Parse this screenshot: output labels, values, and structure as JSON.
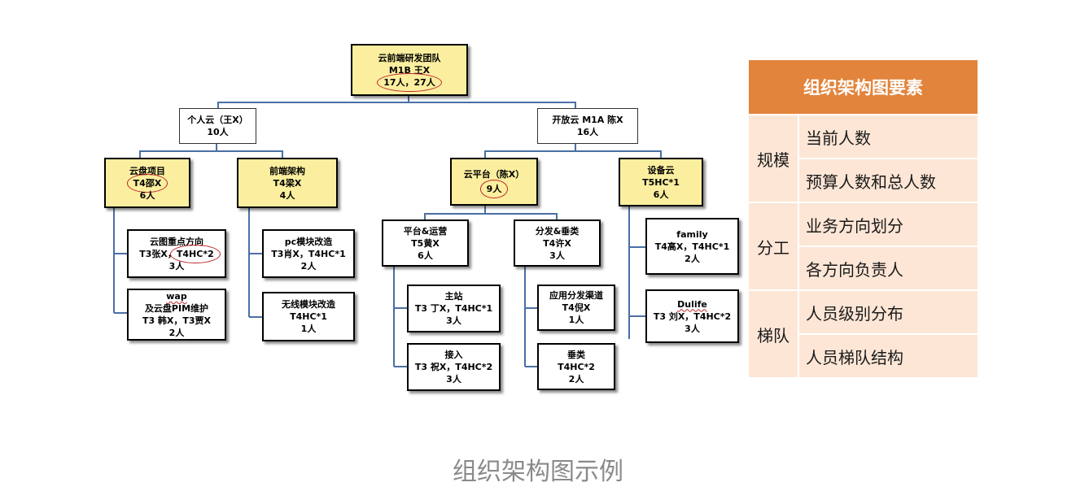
{
  "org": {
    "root": {
      "line1": "云前端研发团队",
      "line2": "M1B 王X",
      "line3": "17人，27人"
    },
    "personal_cloud": {
      "line1": "个人云（王X）",
      "line2": "10人"
    },
    "open_cloud": {
      "line1": "开放云  M1A 陈X",
      "line2": "16人"
    },
    "cloud_disk": {
      "line1": "云盘项目",
      "line2": "T4邵X",
      "line3": "6人"
    },
    "frontend_arch": {
      "line1": "前端架构",
      "line2": "T4梁X",
      "line3": "4人"
    },
    "cloud_platform": {
      "line1": "云平台（陈X）",
      "line2": "9人"
    },
    "device_cloud": {
      "line1": "设备云",
      "line2": "T5HC*1",
      "line3": "6人"
    },
    "cloud_album": {
      "line1": "云图重点方向",
      "line2a": "T3张X，",
      "line2b": "T4HC*2",
      "line3": "3人"
    },
    "wap_pim": {
      "line1a": "wap",
      "line1b": "及云盘PIM维护",
      "line2": "T3 韩X，T3贾X",
      "line3": "2人"
    },
    "pc_module": {
      "line1": "pc模块改造",
      "line2": "T3肖X，T4HC*1",
      "line3": "2人"
    },
    "wireless_module": {
      "line1": "无线模块改造",
      "line2": "T4HC*1",
      "line3": "1人"
    },
    "platform_ops": {
      "line1": "平台&运营",
      "line2": "T5黄X",
      "line3": "6人"
    },
    "dist_vertical": {
      "line1": "分发&垂类",
      "line2": "T4许X",
      "line3": "3人"
    },
    "main_site": {
      "line1": "主站",
      "line2": "T3 丁X，T4HC*1",
      "line3": "3人"
    },
    "access": {
      "line1": "接入",
      "line2": "T3 祝X，T4HC*2",
      "line3": "3人"
    },
    "app_channel": {
      "line1": "应用分发渠道",
      "line2": "T4倪X",
      "line3": "1人"
    },
    "vertical": {
      "line1": "垂类",
      "line2": "T4HC*2",
      "line3": "2人"
    },
    "family": {
      "line1": "family",
      "line2": "T4高X，T4HC*1",
      "line3": "2人"
    },
    "dulife": {
      "line1": "Dulife",
      "line2": "T3 刘X，T4HC*2",
      "line3": "3人"
    }
  },
  "legend": {
    "title": "组织架构图要素",
    "groups": [
      {
        "category": "规模",
        "items": [
          "当前人数",
          "预算人数和总人数"
        ]
      },
      {
        "category": "分工",
        "items": [
          "业务方向划分",
          "各方向负责人"
        ]
      },
      {
        "category": "梯队",
        "items": [
          "人员级别分布",
          "人员梯队结构"
        ]
      }
    ]
  },
  "caption": "组织架构图示例",
  "colors": {
    "highlight_fill": "#fbef9f",
    "connector": "#4a6fa5",
    "circle_mark": "#c0262c",
    "legend_header": "#e2843b",
    "legend_cell": "#fde6d6"
  }
}
